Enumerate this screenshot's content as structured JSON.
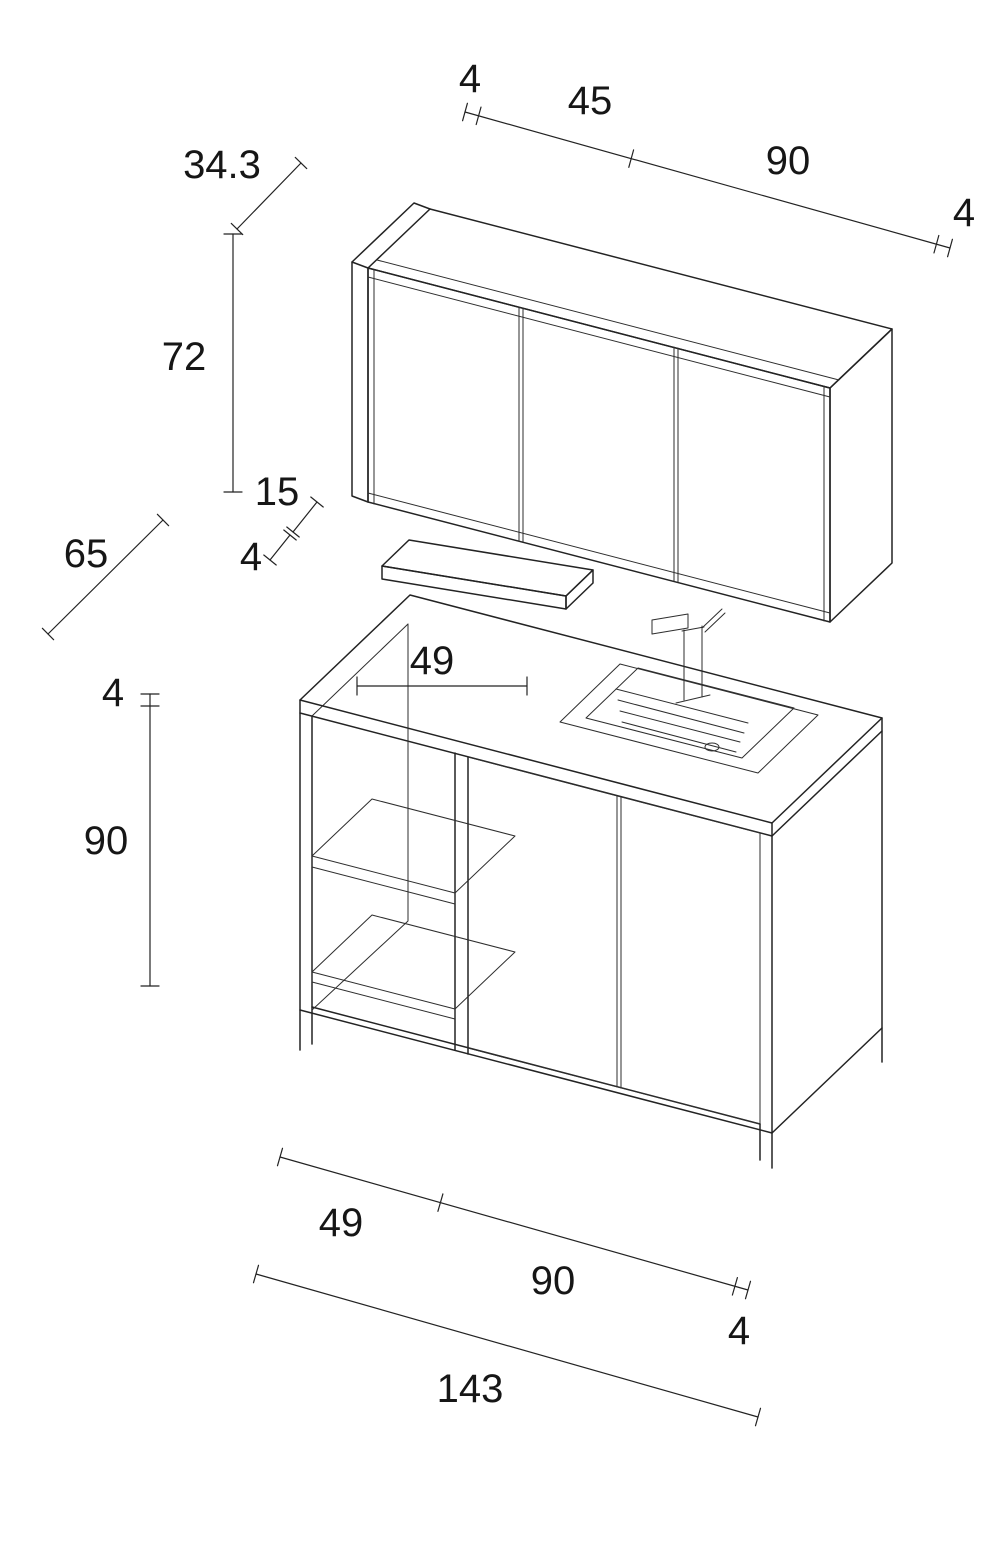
{
  "colors": {
    "background": "#ffffff",
    "line": "#232323",
    "label_text": "#161616"
  },
  "dims": {
    "top": {
      "seg1": "4",
      "seg2": "45",
      "seg3": "90",
      "seg4": "4"
    },
    "wall_depth": "34.3",
    "wall_height": "72",
    "shelf_depth": "15",
    "shelf_thickness": "4",
    "counter_depth": "65",
    "counter_thickness": "4",
    "base_height": "90",
    "open_section_width": "49",
    "bottom": {
      "seg1": "49",
      "seg2": "90",
      "seg3": "4",
      "total": "143"
    }
  }
}
